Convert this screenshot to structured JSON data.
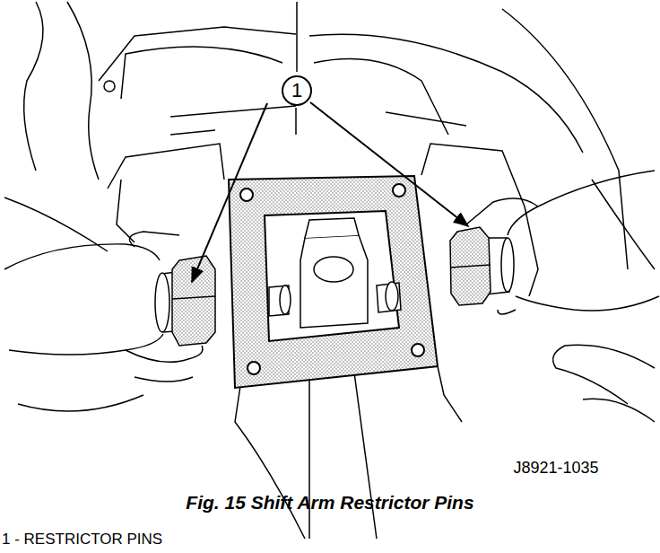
{
  "diagram": {
    "caption": "Fig. 15 Shift Arm Restrictor Pins",
    "nodes": [
      {
        "text": [
          "1"
        ]
      }
    ],
    "labels": [
      "J8921-1035",
      "1 - RESTRICTOR PINS"
    ]
  }
}
